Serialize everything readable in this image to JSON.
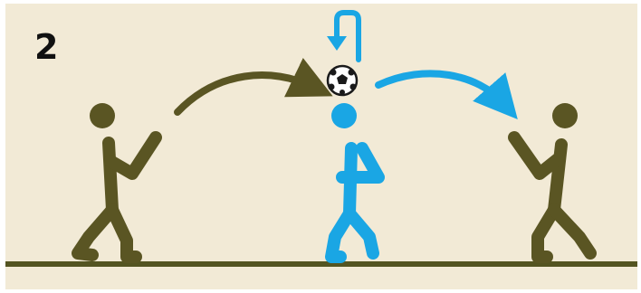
{
  "step_number": "2",
  "colors": {
    "background": "#f2ead6",
    "ground": "#545421",
    "player_olive": "#5a5523",
    "player_blue": "#1aa6e4",
    "ball_fill": "#ffffff",
    "ball_patch": "#1a1a1a"
  },
  "icons": [
    "left-player-icon",
    "center-player-icon",
    "right-player-icon",
    "soccer-ball-icon"
  ],
  "arrows": [
    "pass-arrow-olive",
    "pass-arrow-blue",
    "header-return-arrow"
  ]
}
